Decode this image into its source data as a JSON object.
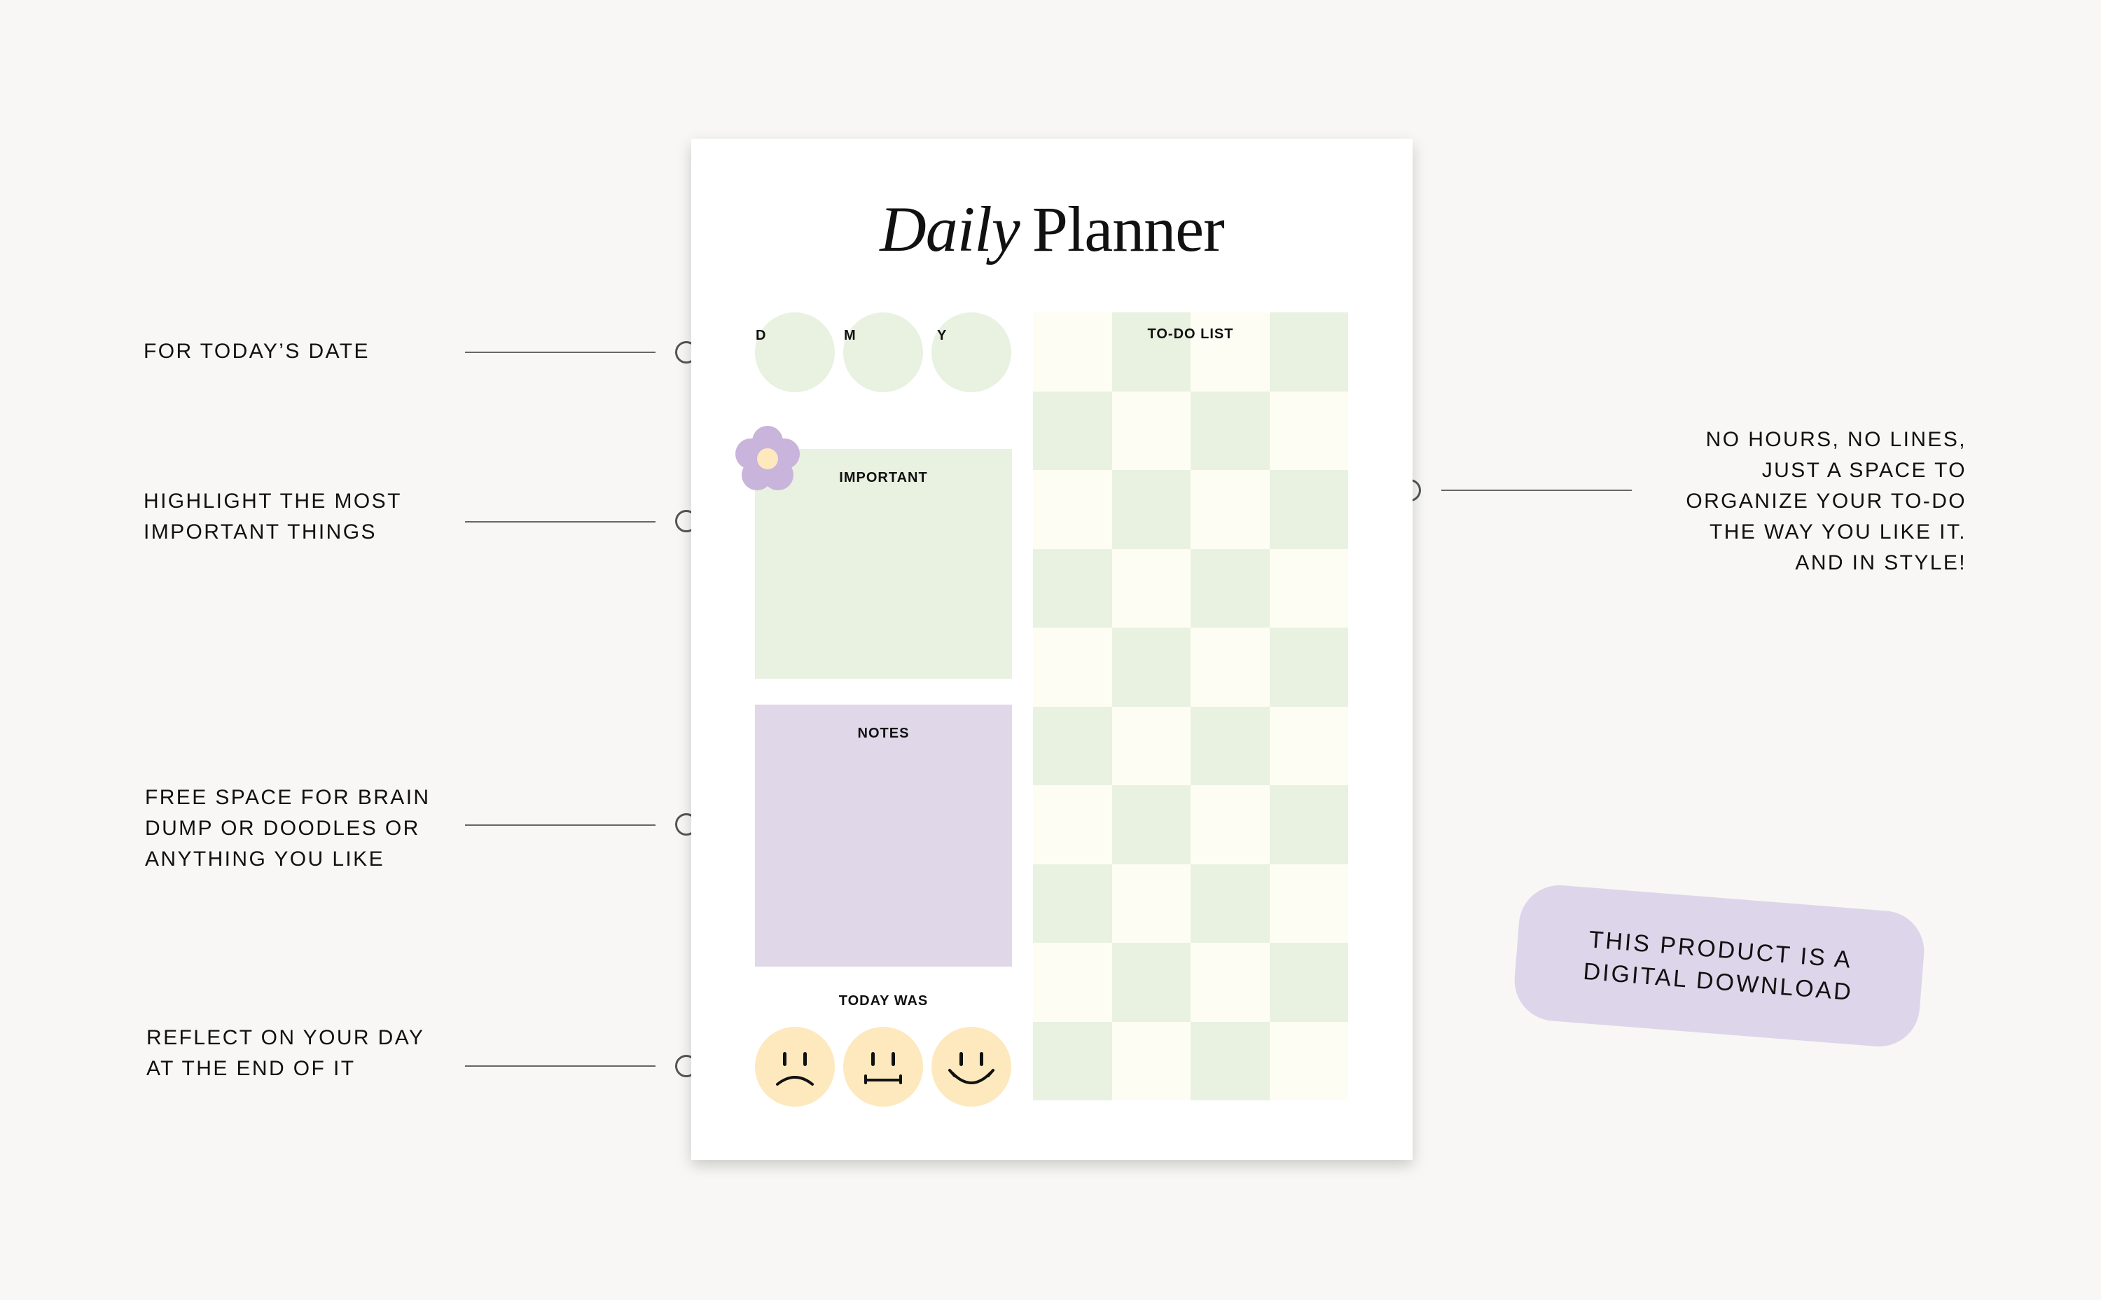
{
  "callouts": {
    "date": "FOR TODAY’S DATE",
    "important": "HIGHLIGHT THE MOST\nIMPORTANT THINGS",
    "notes": "FREE SPACE FOR BRAIN\nDUMP OR DOODLES OR\nANYTHING YOU LIKE",
    "reflect": "REFLECT ON YOUR DAY\nAT THE END OF IT",
    "todo": "NO HOURS, NO LINES,\nJUST A SPACE TO\nORGANIZE YOUR TO-DO\nTHE WAY YOU LIKE IT.\nAND IN STYLE!"
  },
  "planner": {
    "title_italic": "Daily",
    "title_rest": "Planner",
    "date_labels": {
      "day": "D",
      "month": "M",
      "year": "Y"
    },
    "important_label": "IMPORTANT",
    "notes_label": "NOTES",
    "today_was_label": "TODAY WAS",
    "todo_label": "TO-DO LIST",
    "mood_icons": [
      "sad-face-icon",
      "neutral-face-icon",
      "happy-face-icon"
    ]
  },
  "badge": {
    "text": "THIS PRODUCT IS A\nDIGITAL DOWNLOAD"
  },
  "colors": {
    "background": "#f8f7f5",
    "sage": "#e9f1e1",
    "cream": "#fefdf3",
    "lavender": "#e0d7e9",
    "butter": "#fde9bd",
    "flower": "#c9b4dc"
  }
}
